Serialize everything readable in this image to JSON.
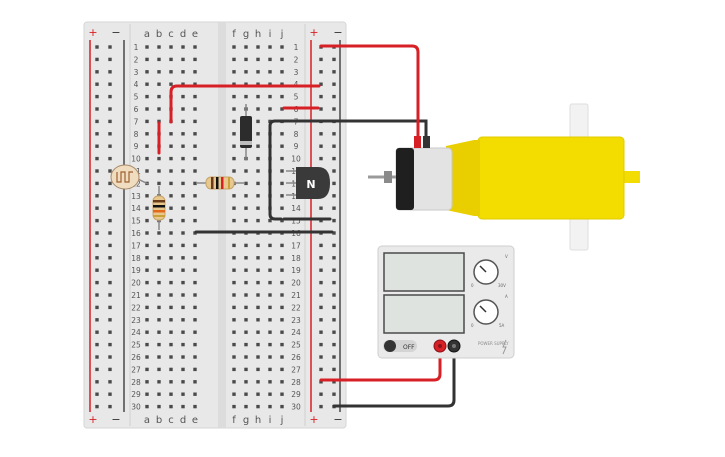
{
  "breadboard": {
    "column_letters_left": [
      "a",
      "b",
      "c",
      "d",
      "e"
    ],
    "column_letters_right": [
      "f",
      "g",
      "h",
      "i",
      "j"
    ],
    "row_count": 30,
    "rail_plus": "+",
    "rail_minus": "−",
    "body_color": "#e8e8e8",
    "hole_color": "#4a4a4a"
  },
  "components": {
    "transistor_label": "N",
    "power_supply": {
      "switch_label": "OFF",
      "knob1_label": "V",
      "knob1_min": "0",
      "knob1_max": "30V",
      "knob2_label": "A",
      "knob2_min": "0",
      "knob2_max": "5A",
      "brand_label": "POWER SUPPLY"
    }
  },
  "colors": {
    "wire_red": "#d71f26",
    "wire_black": "#333333",
    "motor_yellow": "#f3dc00",
    "shaft_white": "#f2f2f2"
  }
}
